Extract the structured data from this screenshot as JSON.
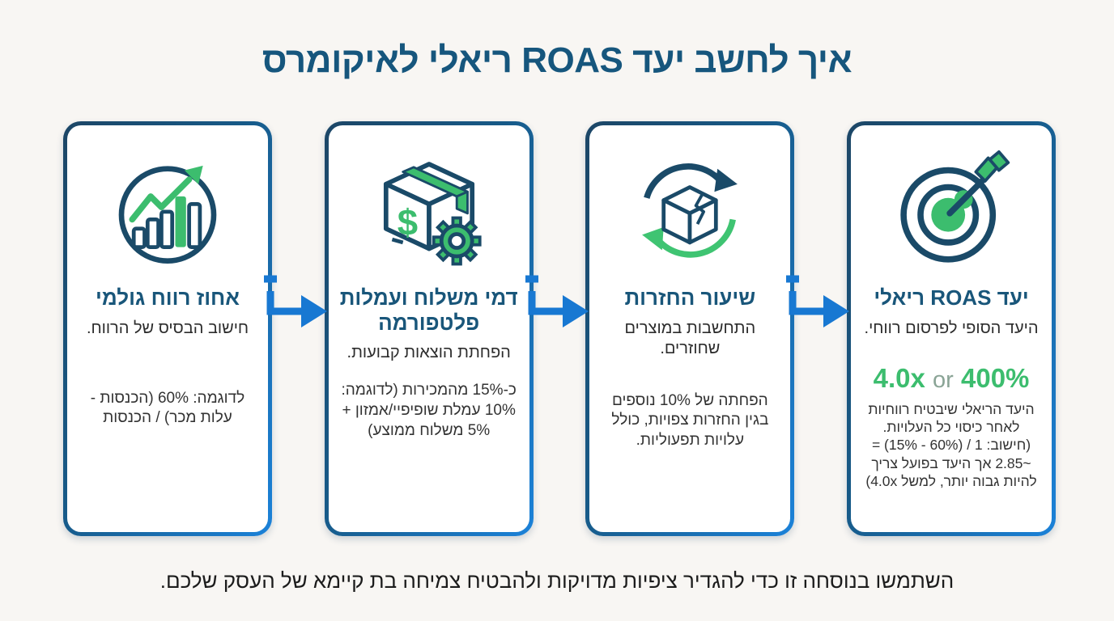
{
  "page": {
    "title": "איך לחשב יעד ROAS ריאלי לאיקומרס",
    "footer": "השתמשו בנוסחה זו כדי להגדיר ציפיות מדויקות ולהבטיח צמיחה בת קיימא של העסק שלכם."
  },
  "colors": {
    "background": "#f8f6f3",
    "card_background": "#ffffff",
    "card_border_dark": "#1c4666",
    "card_border_light": "#1b82d9",
    "heading": "#19567a",
    "title": "#16567d",
    "body_text": "#333333",
    "green_accent": "#3cbd6e",
    "arrow_blue": "#1878d2",
    "icon_navy": "#1a4a68"
  },
  "flow": {
    "arrow_icon": "flow-arrow-icon",
    "direction": "left-to-right"
  },
  "cards": [
    {
      "icon": "bar-chart-growth-icon",
      "title": "אחוז רווח גולמי",
      "subtitle": "חישוב הבסיס של הרווח.",
      "detail": "לדוגמה: 60% (הכנסות - עלות מכר) / הכנסות"
    },
    {
      "icon": "package-fees-gear-icon",
      "title": "דמי משלוח ועמלות פלטפורמה",
      "subtitle": "הפחתת הוצאות קבועות.",
      "detail": "כ-15% מהמכירות (לדוגמה: 10% עמלת שופיפיי/אמזון + 5% משלוח ממוצע)"
    },
    {
      "icon": "returns-cycle-icon",
      "title": "שיעור החזרות",
      "subtitle": "התחשבות במוצרים שחוזרים.",
      "detail": "הפחתה של 10% נוספים בגין החזרות צפויות, כולל עלויות תפעוליות."
    },
    {
      "icon": "target-arrow-icon",
      "title": "יעד ROAS ריאלי",
      "subtitle": "היעד הסופי לפרסום רווחי.",
      "highlight": {
        "value_x": "4.0x",
        "or": "or",
        "value_pct": "400%"
      },
      "detail": "היעד הריאלי שיבטיח רווחיות לאחר כיסוי כל העלויות. (חישוב: 1 / (60% - 15%) = ~2.85 אך היעד בפועל צריך להיות גבוה יותר, למשל 4.0x)"
    }
  ]
}
